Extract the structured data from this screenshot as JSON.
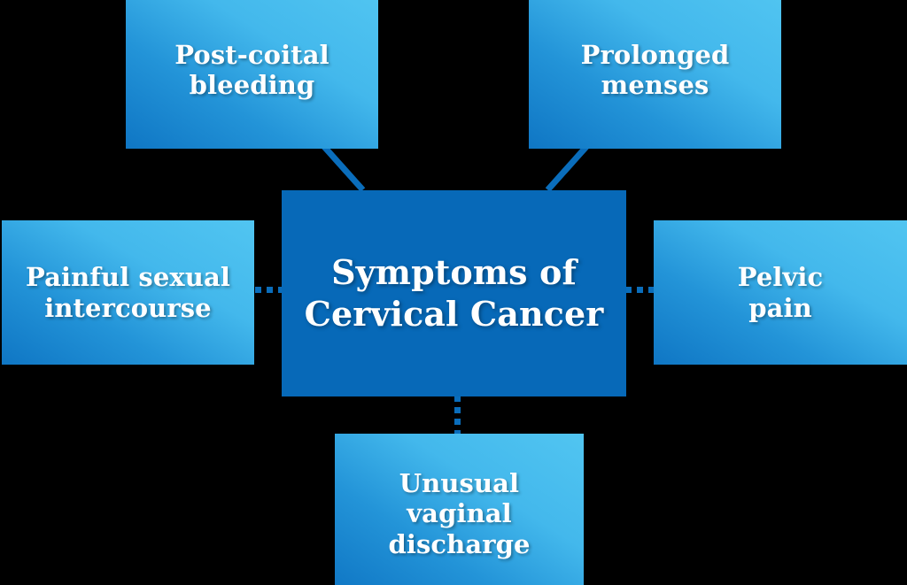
{
  "diagram": {
    "type": "hub-and-spoke",
    "title": "Symptoms of Cervical Cancer",
    "background_color": "#000000",
    "center": {
      "id": "center",
      "label": "Symptoms of\nCervical Cancer",
      "fill_color": "#0769b8",
      "text_color": "#ffffff"
    },
    "nodes": [
      {
        "id": "top-left",
        "label": "Post-coital\nbleeding",
        "position": "top-left",
        "fill_gradient_from": "#0f76c4",
        "fill_gradient_to": "#51c5f1",
        "text_color": "#ffffff"
      },
      {
        "id": "top-right",
        "label": "Prolonged\nmenses",
        "position": "top-right",
        "fill_gradient_from": "#0f76c4",
        "fill_gradient_to": "#51c5f1",
        "text_color": "#ffffff"
      },
      {
        "id": "left",
        "label": "Painful sexual\nintercourse",
        "position": "left",
        "fill_gradient_from": "#0f76c4",
        "fill_gradient_to": "#51c5f1",
        "text_color": "#ffffff"
      },
      {
        "id": "right",
        "label": "Pelvic\npain",
        "position": "right",
        "fill_gradient_from": "#0f76c4",
        "fill_gradient_to": "#51c5f1",
        "text_color": "#ffffff"
      },
      {
        "id": "bottom",
        "label": "Unusual vaginal\ndischarge",
        "position": "bottom",
        "fill_gradient_from": "#0f76c4",
        "fill_gradient_to": "#51c5f1",
        "text_color": "#ffffff"
      }
    ],
    "connectors": [
      {
        "id": "center-to-top-left",
        "from": "center",
        "to": "top-left",
        "style": "dotted",
        "orientation": "diagonal",
        "color": "#0a6dbb"
      },
      {
        "id": "center-to-top-right",
        "from": "center",
        "to": "top-right",
        "style": "dotted",
        "orientation": "diagonal",
        "color": "#0a6dbb"
      },
      {
        "id": "center-to-left",
        "from": "center",
        "to": "left",
        "style": "dotted",
        "orientation": "horizontal",
        "color": "#0a6dbb"
      },
      {
        "id": "center-to-right",
        "from": "center",
        "to": "right",
        "style": "dotted",
        "orientation": "horizontal",
        "color": "#0a6dbb"
      },
      {
        "id": "center-to-bottom",
        "from": "center",
        "to": "bottom",
        "style": "dotted",
        "orientation": "vertical",
        "color": "#0a6dbb"
      }
    ]
  }
}
